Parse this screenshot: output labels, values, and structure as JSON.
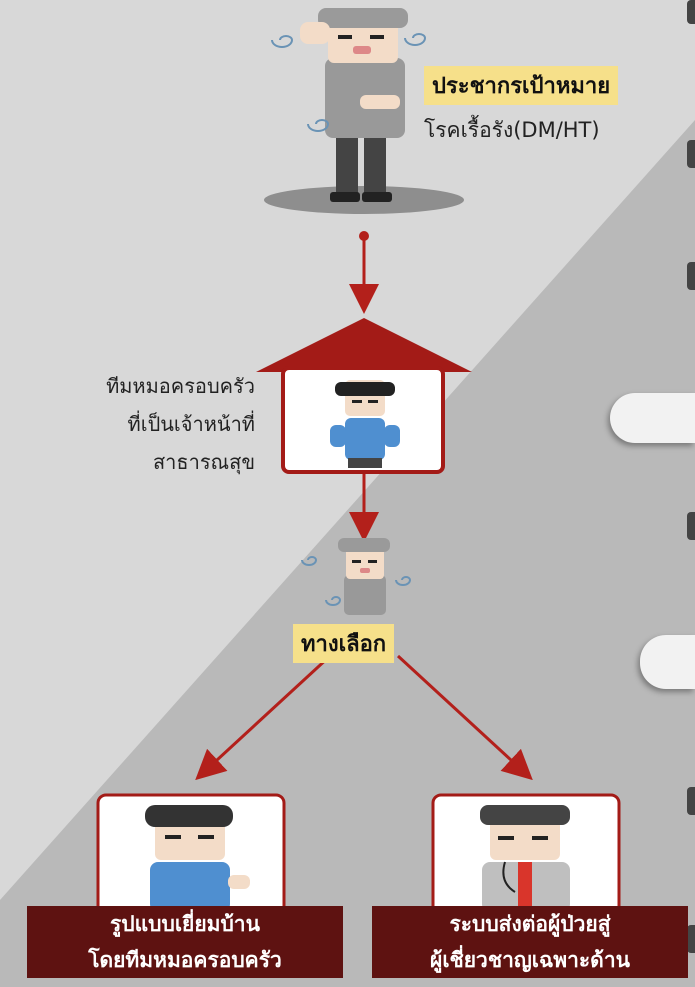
{
  "labels": {
    "target": "ประชากรเป้าหมาย",
    "disease": "โรคเรื้อรัง(DM/HT)",
    "team_line1": "ทีมหมอครอบครัว",
    "team_line2": "ที่เป็นเจ้าหน้าที่",
    "team_line3": "สาธารณสุข",
    "choice": "ทางเลือก",
    "option_left_line1": "รูปแบบเยี่ยมบ้าน",
    "option_left_line2": "โดยทีมหมอครอบครัว",
    "option_right_line1": "ระบบส่งต่อผู้ป่วยสู่",
    "option_right_line2": "ผู้เชี่ยวชาญเฉพาะด้าน"
  },
  "colors": {
    "highlight": "#f6e08a",
    "dark_red": "#5e1211",
    "arrow_red": "#b3201b",
    "house_red": "#a31b17"
  }
}
